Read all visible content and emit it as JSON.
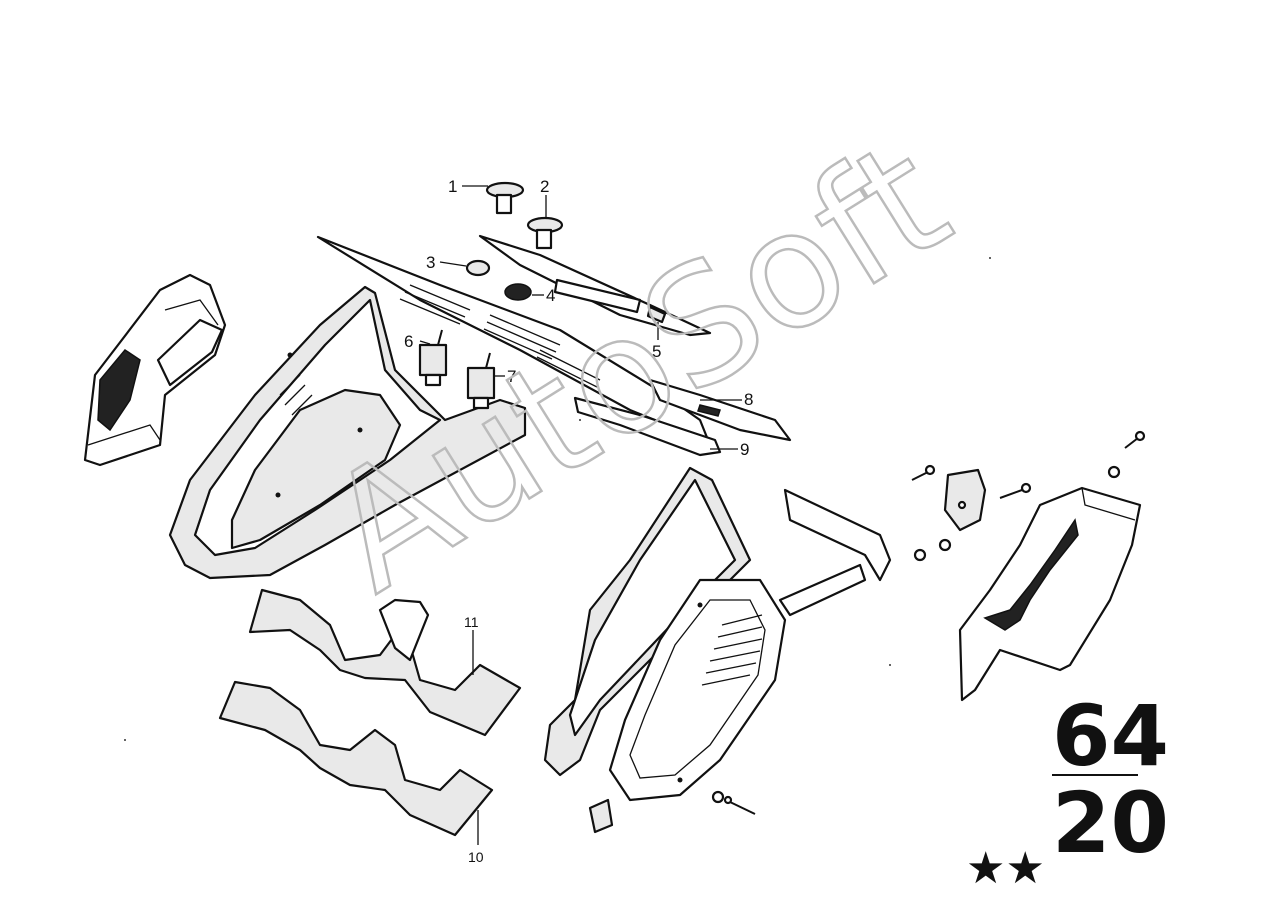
{
  "watermark": "AutoSoft",
  "group": {
    "main": "64",
    "sub": "20",
    "stars": "★★"
  },
  "callouts": [
    {
      "id": "1",
      "label": "1"
    },
    {
      "id": "2",
      "label": "2"
    },
    {
      "id": "3",
      "label": "3"
    },
    {
      "id": "4",
      "label": "4"
    },
    {
      "id": "5",
      "label": "5"
    },
    {
      "id": "6",
      "label": "6"
    },
    {
      "id": "7",
      "label": "7"
    },
    {
      "id": "8",
      "label": "8"
    },
    {
      "id": "9",
      "label": "9"
    },
    {
      "id": "10",
      "label": "10"
    },
    {
      "id": "11",
      "label": "11"
    }
  ]
}
